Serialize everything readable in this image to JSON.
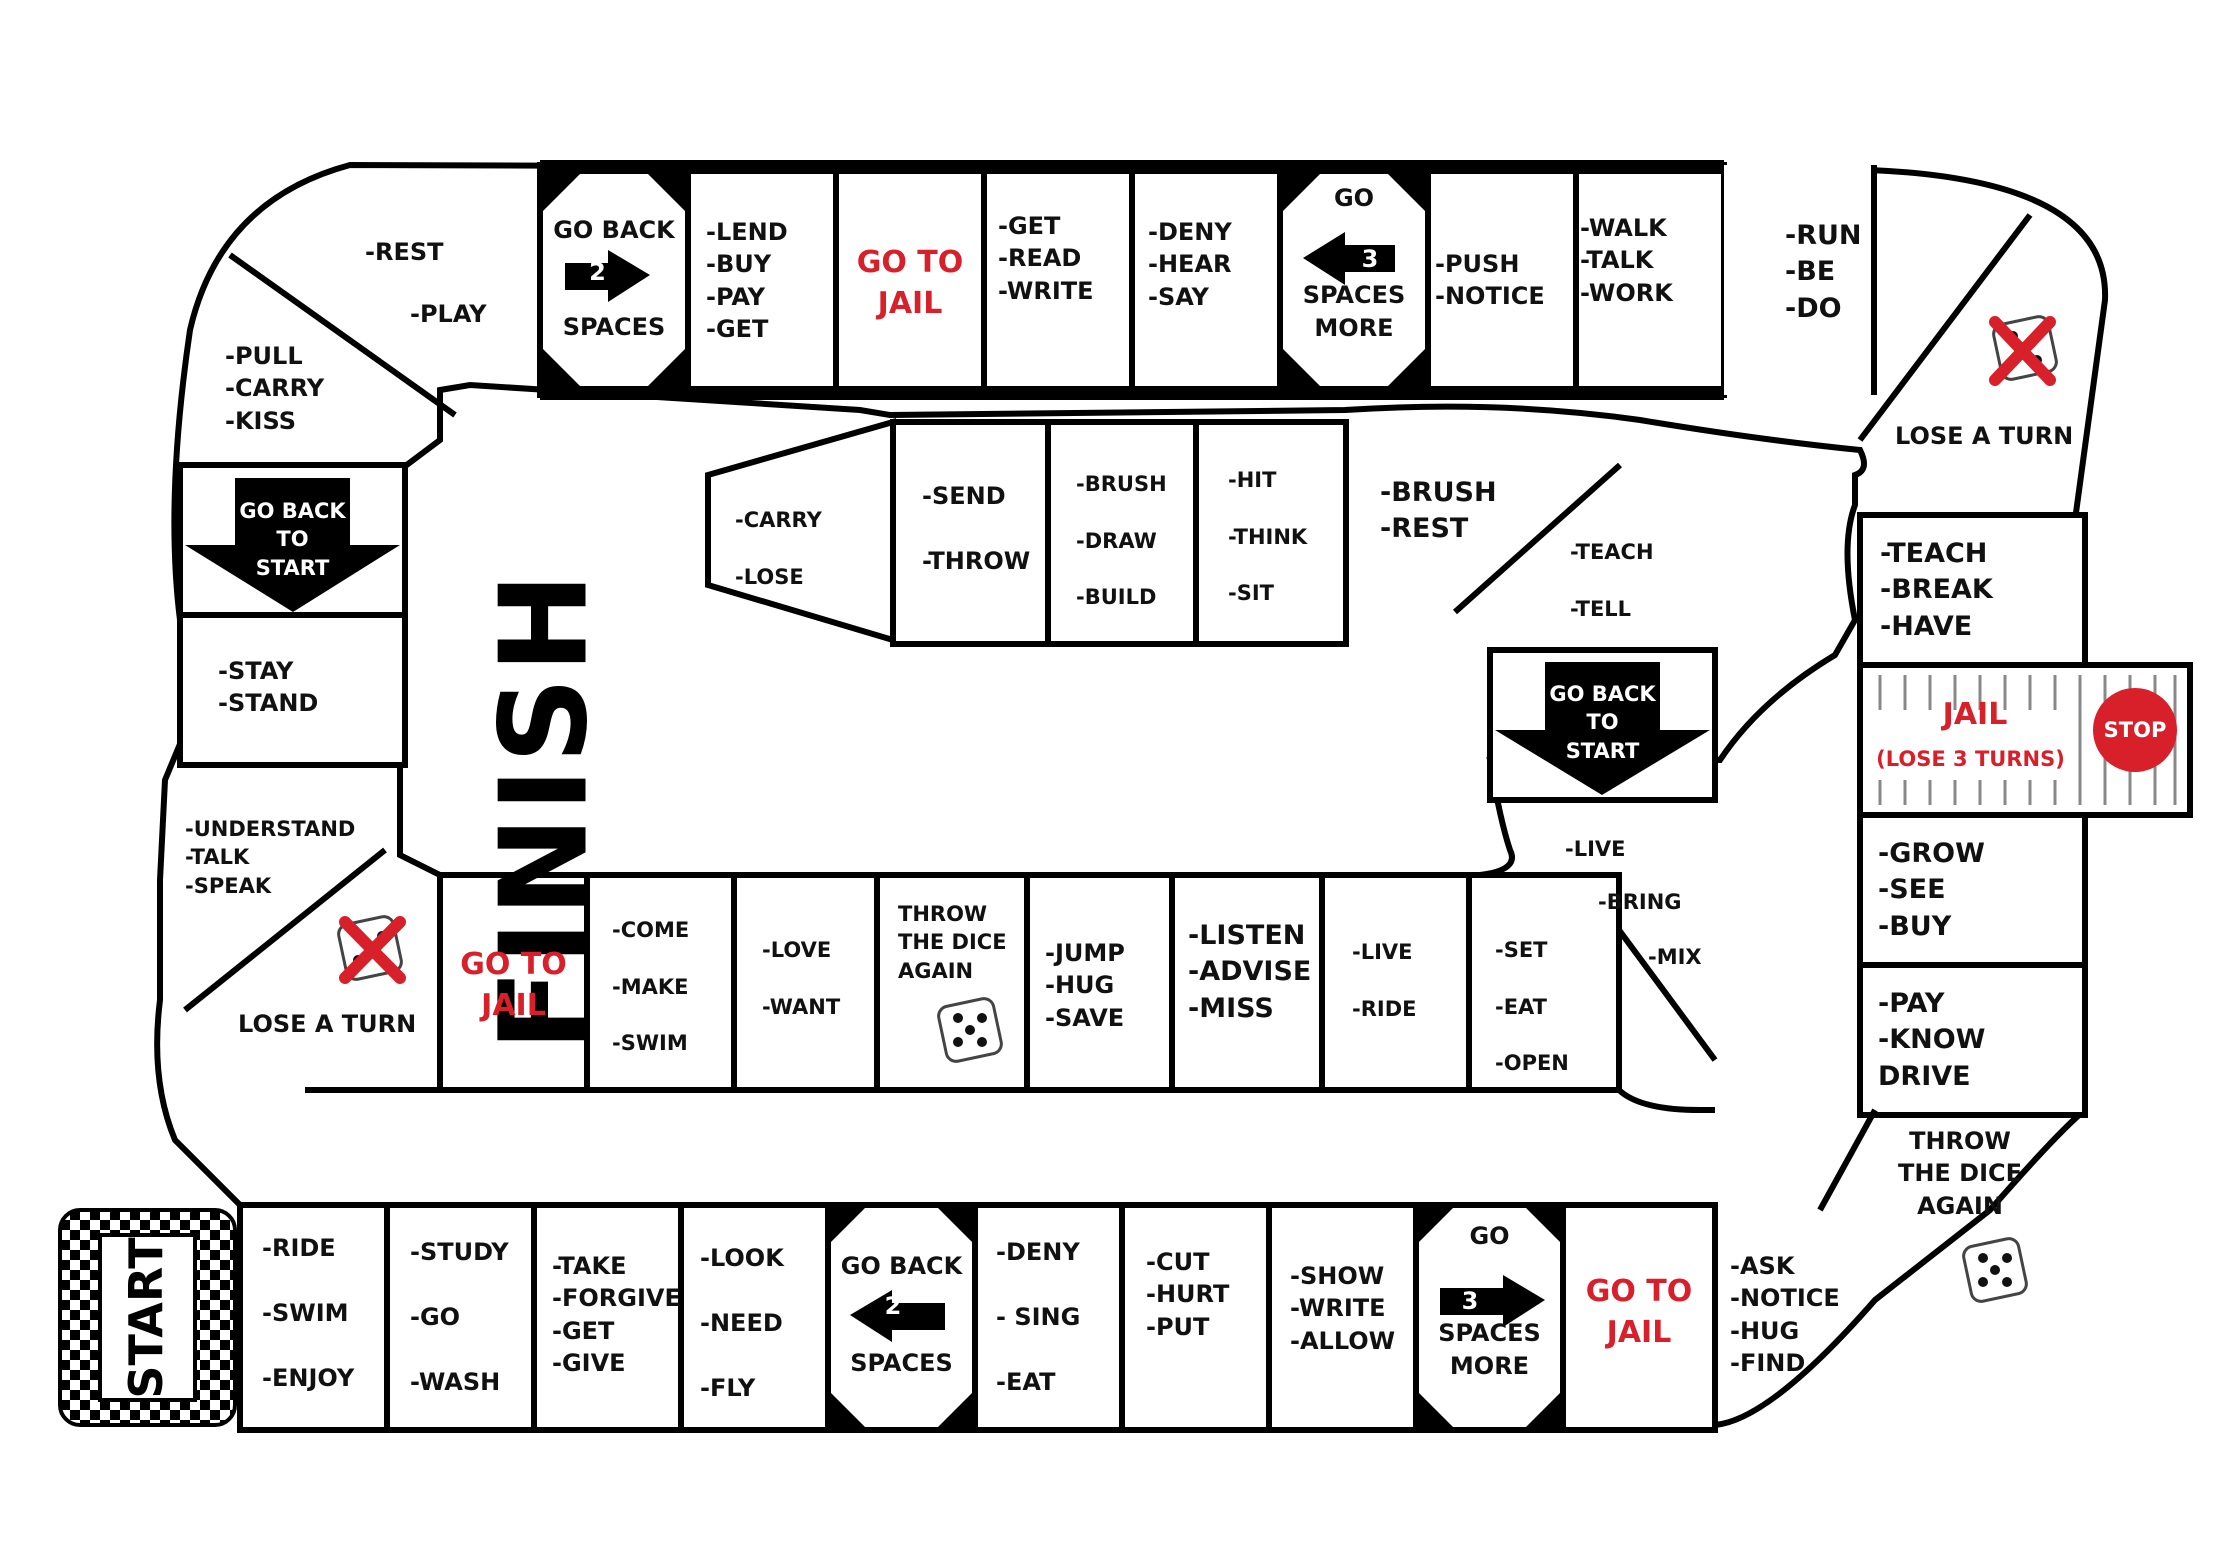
{
  "board": {
    "finish_label": "FINISH",
    "start_label": "START",
    "jail": {
      "title": "JAIL",
      "subtitle": "(LOSE 3 TURNS)",
      "stop": "STOP"
    }
  },
  "spaces": [
    {
      "id": "b1",
      "text": "-RIDE\n\n-SWIM\n\n-ENJOY"
    },
    {
      "id": "b2",
      "text": "-STUDY\n\n-GO\n\n-WASH"
    },
    {
      "id": "b3",
      "text": "-TAKE\n-FORGIVE\n-GET\n-GIVE"
    },
    {
      "id": "b4",
      "text": "-LOOK\n\n-NEED\n\n-FLY"
    },
    {
      "id": "b5",
      "text": "GO BACK\n\n\nSPACES",
      "arrow_number": "2",
      "type": "go-back"
    },
    {
      "id": "b6",
      "text": "-DENY\n\n- SING\n\n-EAT"
    },
    {
      "id": "b7",
      "text": "-CUT\n-HURT\n-PUT"
    },
    {
      "id": "b8",
      "text": "-SHOW\n-WRITE\n-ALLOW"
    },
    {
      "id": "b9",
      "text": "GO\n\n\nSPACES\nMORE",
      "arrow_number": "3",
      "type": "go-forward"
    },
    {
      "id": "b10",
      "text": "GO TO\nJAIL",
      "type": "jail"
    },
    {
      "id": "b11",
      "text": "-ASK\n-NOTICE\n-HUG\n-FIND"
    },
    {
      "id": "r1",
      "text": "THROW\nTHE DICE\nAGAIN",
      "type": "throw-again"
    },
    {
      "id": "r2",
      "text": "-PAY\n-KNOW\nDRIVE"
    },
    {
      "id": "r3",
      "text": "-GROW\n-SEE\n-BUY"
    },
    {
      "id": "r4",
      "text": "-TEACH\n-BREAK\n-HAVE"
    },
    {
      "id": "r5",
      "text": "LOSE A TURN",
      "type": "lose-turn"
    },
    {
      "id": "r6",
      "text": "-RUN\n-BE\n-DO"
    },
    {
      "id": "t1",
      "text": "-WALK\n-TALK\n-WORK"
    },
    {
      "id": "t2",
      "text": "-PUSH\n-NOTICE"
    },
    {
      "id": "t3",
      "text": "GO\n\n\nSPACES\nMORE",
      "arrow_number": "3",
      "type": "go-back"
    },
    {
      "id": "t4",
      "text": "-DENY\n-HEAR\n-SAY"
    },
    {
      "id": "t5",
      "text": "-GET\n-READ\n-WRITE"
    },
    {
      "id": "t6",
      "text": "GO TO\nJAIL",
      "type": "jail"
    },
    {
      "id": "t7",
      "text": "-LEND\n-BUY\n-PAY\n-GET"
    },
    {
      "id": "t8",
      "text": "GO BACK\n\n\nSPACES",
      "arrow_number": "2",
      "type": "go-forward"
    },
    {
      "id": "l1",
      "text": "-REST"
    },
    {
      "id": "l1b",
      "text": "-PLAY"
    },
    {
      "id": "l2",
      "text": "-PULL\n-CARRY\n-KISS"
    },
    {
      "id": "l3",
      "text": "GO BACK\nTO\nSTART",
      "type": "back-to-start"
    },
    {
      "id": "l4",
      "text": "-STAY\n-STAND"
    },
    {
      "id": "l5",
      "text": "-UNDERSTAND\n-TALK\n-SPEAK"
    },
    {
      "id": "l6",
      "text": "LOSE A TURN",
      "type": "lose-turn"
    },
    {
      "id": "i1",
      "text": "GO TO\nJAIL",
      "type": "jail"
    },
    {
      "id": "i2",
      "text": "-COME\n\n-MAKE\n\n-SWIM"
    },
    {
      "id": "i3",
      "text": "-LOVE\n\n-WANT"
    },
    {
      "id": "i4",
      "text": "THROW\nTHE DICE\nAGAIN",
      "type": "throw-again"
    },
    {
      "id": "i5",
      "text": "-JUMP\n-HUG\n-SAVE"
    },
    {
      "id": "i6",
      "text": "-LISTEN\n-ADVISE\n-MISS"
    },
    {
      "id": "i7",
      "text": "-LIVE\n\n-RIDE"
    },
    {
      "id": "i8",
      "text": "-SET\n\n-EAT\n\n-OPEN"
    },
    {
      "id": "i9",
      "text": "-BRING"
    },
    {
      "id": "i9b",
      "text": "-LIVE"
    },
    {
      "id": "i9c",
      "text": "-MIX"
    },
    {
      "id": "i10",
      "text": "GO BACK\nTO\nSTART",
      "type": "back-to-start"
    },
    {
      "id": "i11",
      "text": "-TEACH\n\n-TELL"
    },
    {
      "id": "i12",
      "text": "-BRUSH\n-REST"
    },
    {
      "id": "i13",
      "text": "-HIT\n\n-THINK\n\n-SIT"
    },
    {
      "id": "i14",
      "text": "-BRUSH\n\n-DRAW\n\n-BUILD"
    },
    {
      "id": "i15",
      "text": "-SEND\n\n-THROW"
    },
    {
      "id": "i16",
      "text": "-CARRY\n\n-LOSE"
    }
  ],
  "colors": {
    "accent_red": "#d8202a",
    "black": "#000000",
    "white": "#ffffff"
  }
}
